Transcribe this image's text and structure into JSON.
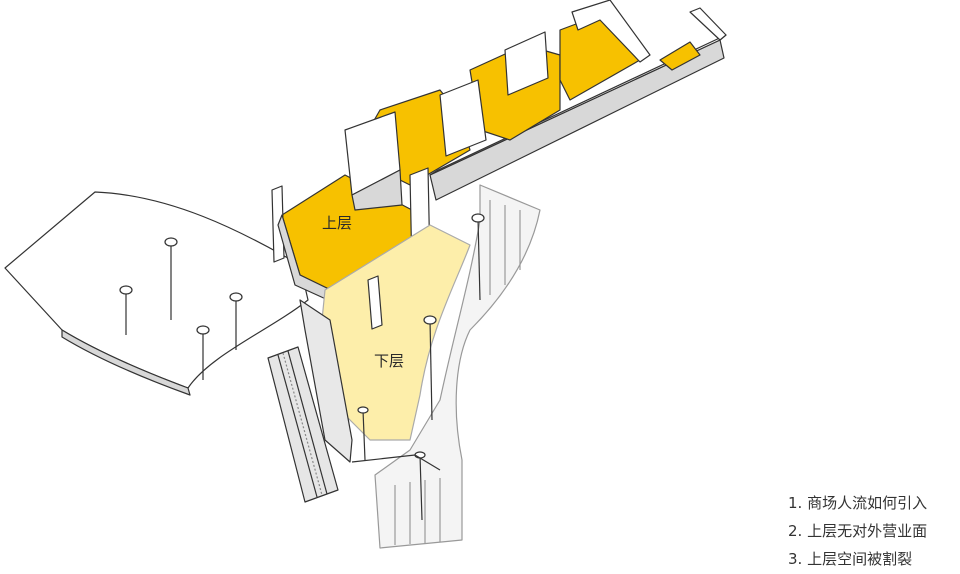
{
  "diagram": {
    "labels": {
      "upper_floor": "上层",
      "lower_floor": "下层"
    },
    "notes": [
      "1. 商场人流如何引入",
      "2. 上层无对外营业面",
      "3. 上层空间被割裂"
    ],
    "colors": {
      "upper": "#f7c100",
      "lower": "#fdeeaa",
      "wall_side": "#d8d8d8",
      "wall_top": "#ffffff",
      "line": "#333333"
    }
  }
}
